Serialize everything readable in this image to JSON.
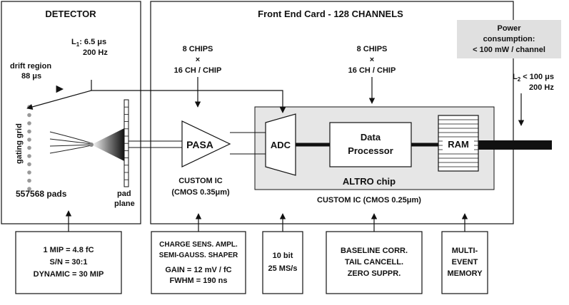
{
  "detector": {
    "title": "DETECTOR",
    "l1_line1_prefix": "L",
    "l1_sub": "1",
    "l1_line1_rest": ": 6.5 μs",
    "l1_line2": "200 Hz",
    "drift_label": "drift region",
    "drift_time": "88 μs",
    "gating_grid": "gating grid",
    "pads": "557568 pads",
    "pad_line1": "pad",
    "pad_line2": "plane"
  },
  "fec": {
    "title": "Front End Card - 128 CHANNELS",
    "chips_left": [
      "8 CHIPS",
      "×",
      "16 CH / CHIP"
    ],
    "chips_right": [
      "8 CHIPS",
      "×",
      "16 CH / CHIP"
    ],
    "pasa": "PASA",
    "custom_ic_left": [
      "CUSTOM IC",
      "(CMOS 0.35μm)"
    ],
    "adc": "ADC",
    "data_processor": [
      "Data",
      "Processor"
    ],
    "ram": "RAM",
    "altro": "ALTRO chip",
    "custom_ic_right": "CUSTOM IC (CMOS 0.25μm)"
  },
  "power": [
    "Power",
    "consumption:",
    "< 100 mW / channel"
  ],
  "l2": {
    "prefix": "L",
    "sub": "2",
    "rest": " < 100 μs",
    "line2": "200 Hz"
  },
  "boxes": {
    "detector_specs": [
      "1 MIP = 4.8 fC",
      "S/N = 30:1",
      "DYNAMIC = 30 MIP"
    ],
    "pasa_specs": [
      "CHARGE SENS. AMPL.",
      "SEMI-GAUSS. SHAPER",
      "GAIN = 12 mV / fC",
      "FWHM = 190 ns"
    ],
    "adc_specs": [
      "10 bit",
      "25 MS/s"
    ],
    "processor_specs": [
      "BASELINE CORR.",
      "TAIL CANCELL.",
      "ZERO SUPPR."
    ],
    "memory_specs": [
      "MULTI-",
      "EVENT",
      "MEMORY"
    ]
  },
  "colors": {
    "altro_fill": "#e6e6e6",
    "power_fill": "#e0e0e0",
    "grid_dot": "#999999",
    "line": "#111111"
  }
}
